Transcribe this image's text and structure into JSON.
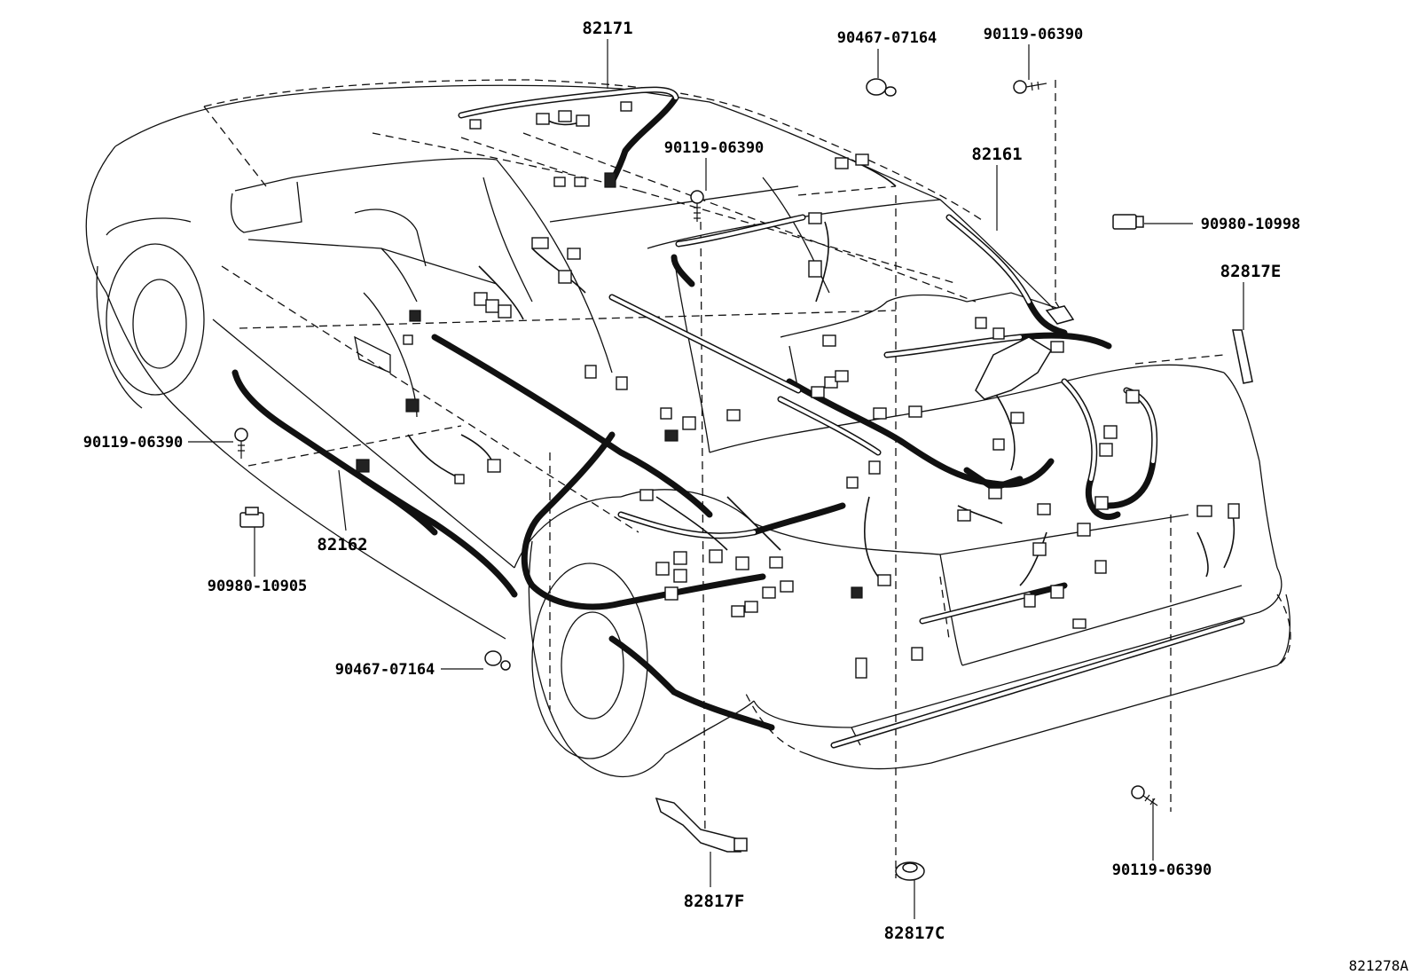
{
  "diagram_id": "821278A",
  "callouts": {
    "c82171": "82171",
    "c82161": "82161",
    "c82162": "82162",
    "c82817E": "82817E",
    "c82817F": "82817F",
    "c82817C": "82817C",
    "bolt_top_center": "90119-06390",
    "bolt_top_right": "90119-06390",
    "bolt_left": "90119-06390",
    "bolt_bottom_right": "90119-06390",
    "grommet_top": "90467-07164",
    "grommet_left": "90467-07164",
    "connector_right": "90980-10998",
    "connector_left": "90980-10905"
  }
}
